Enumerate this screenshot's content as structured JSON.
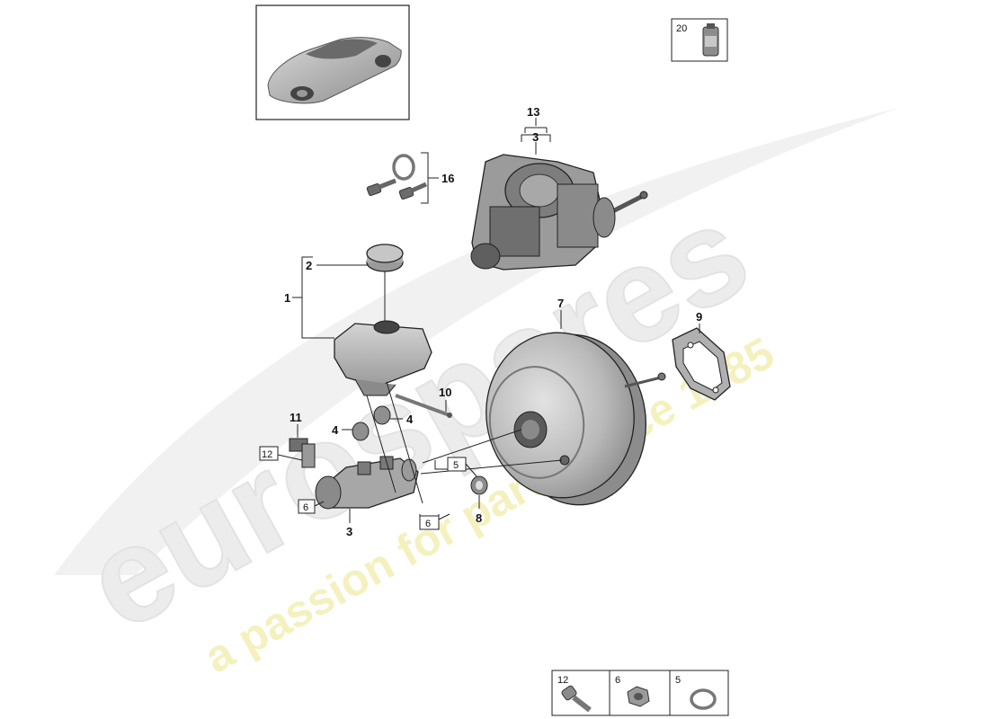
{
  "watermark": {
    "brand": "eurospares",
    "tagline": "a passion for parts since 1985"
  },
  "callouts": {
    "p1": "1",
    "p2": "2",
    "p3a": "3",
    "p3b": "3",
    "p4a": "4",
    "p4b": "4",
    "p5": "5",
    "p6a": "6",
    "p6b": "6",
    "p7": "7",
    "p8": "8",
    "p9": "9",
    "p10": "10",
    "p11": "11",
    "p12": "12",
    "p13": "13",
    "p16": "16",
    "p20": "20"
  },
  "legend": {
    "items": [
      {
        "num": "12",
        "icon": "bolt-icon"
      },
      {
        "num": "6",
        "icon": "hex-nut-icon"
      },
      {
        "num": "5",
        "icon": "seal-ring-icon"
      }
    ]
  },
  "colors": {
    "part_fill": "#bfbfbf",
    "part_dark": "#6e6e6e",
    "watermark_gray": "#e8e8e8",
    "watermark_yellow": "#f3f0b4"
  }
}
